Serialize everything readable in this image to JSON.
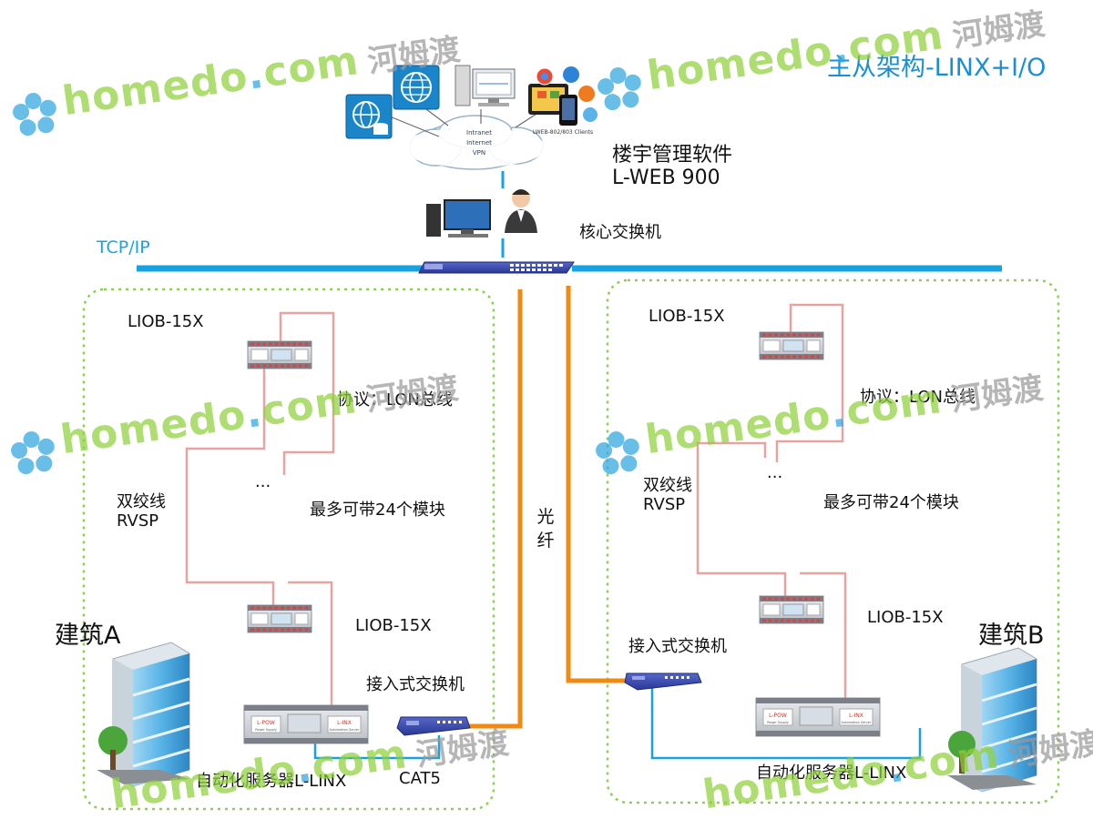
{
  "title": "主从架构-LINX+I/O",
  "network_label": "TCP/IP",
  "software_label": "楼宇管理软件\nL-WEB 900",
  "core_switch_label": "核心交换机",
  "fiber_label": [
    "光",
    "纤"
  ],
  "cloud_text": [
    "Intranet",
    "Internet",
    "VPN"
  ],
  "clients_caption": "LWEB-802/803 Clients",
  "building_a": {
    "name": "建筑A",
    "module_top": "LIOB-15X",
    "module_bottom": "LIOB-15X",
    "protocol": "协议：LON总线",
    "ellipsis": "...",
    "cable": "双绞线\nRVSP",
    "max_modules": "最多可带24个模块",
    "access_switch": "接入式交换机",
    "server": "自动化服务器L-LINX",
    "cat5": "CAT5"
  },
  "building_b": {
    "name": "建筑B",
    "module_top": "LIOB-15X",
    "module_bottom": "LIOB-15X",
    "protocol": "协议：LON总线",
    "ellipsis": "...",
    "cable": "双绞线\nRVSP",
    "max_modules": "最多可带24个模块",
    "access_switch": "接入式交换机",
    "server": "自动化服务器L-LINX"
  },
  "device_text": {
    "pow": "L-POW",
    "linx": "L-INX",
    "pow_sub": "Power Supply",
    "linx_sub": "Automation Server"
  },
  "watermark": {
    "brand_a": "homedo",
    "brand_dot": ".",
    "brand_b": "com",
    "cn": "河姆渡"
  },
  "colors": {
    "network": "#17a3df",
    "fiber": "#f08a10",
    "twisted_pair": "#e6a3a0",
    "zone_border": "#8cd154",
    "title": "#1a8fd6"
  }
}
